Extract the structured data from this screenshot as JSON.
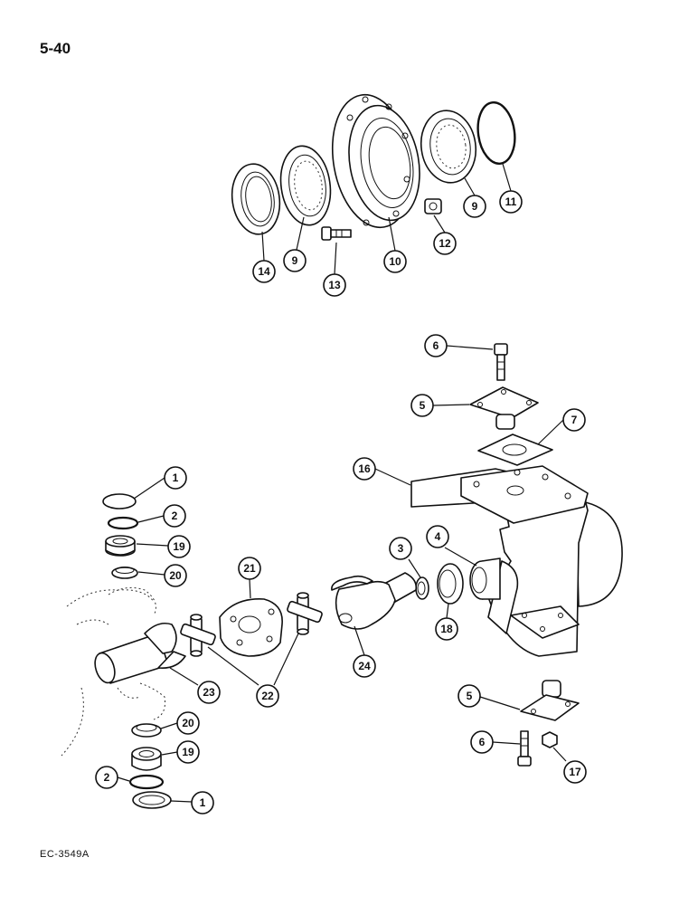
{
  "page_number": "5-40",
  "figure_code": "EC-3549A",
  "callouts": [
    {
      "id": "c14",
      "label": "14"
    },
    {
      "id": "c9a",
      "label": "9"
    },
    {
      "id": "c13",
      "label": "13"
    },
    {
      "id": "c10",
      "label": "10"
    },
    {
      "id": "c12",
      "label": "12"
    },
    {
      "id": "c9b",
      "label": "9"
    },
    {
      "id": "c11",
      "label": "11"
    },
    {
      "id": "c6a",
      "label": "6"
    },
    {
      "id": "c5a",
      "label": "5"
    },
    {
      "id": "c7",
      "label": "7"
    },
    {
      "id": "c16",
      "label": "16"
    },
    {
      "id": "c1a",
      "label": "1"
    },
    {
      "id": "c2a",
      "label": "2"
    },
    {
      "id": "c19a",
      "label": "19"
    },
    {
      "id": "c20a",
      "label": "20"
    },
    {
      "id": "c21",
      "label": "21"
    },
    {
      "id": "c3",
      "label": "3"
    },
    {
      "id": "c4",
      "label": "4"
    },
    {
      "id": "c18",
      "label": "18"
    },
    {
      "id": "c24",
      "label": "24"
    },
    {
      "id": "c23",
      "label": "23"
    },
    {
      "id": "c22",
      "label": "22"
    },
    {
      "id": "c5b",
      "label": "5"
    },
    {
      "id": "c20b",
      "label": "20"
    },
    {
      "id": "c19b",
      "label": "19"
    },
    {
      "id": "c2b",
      "label": "2"
    },
    {
      "id": "c1b",
      "label": "1"
    },
    {
      "id": "c6b",
      "label": "6"
    },
    {
      "id": "c17",
      "label": "17"
    }
  ]
}
